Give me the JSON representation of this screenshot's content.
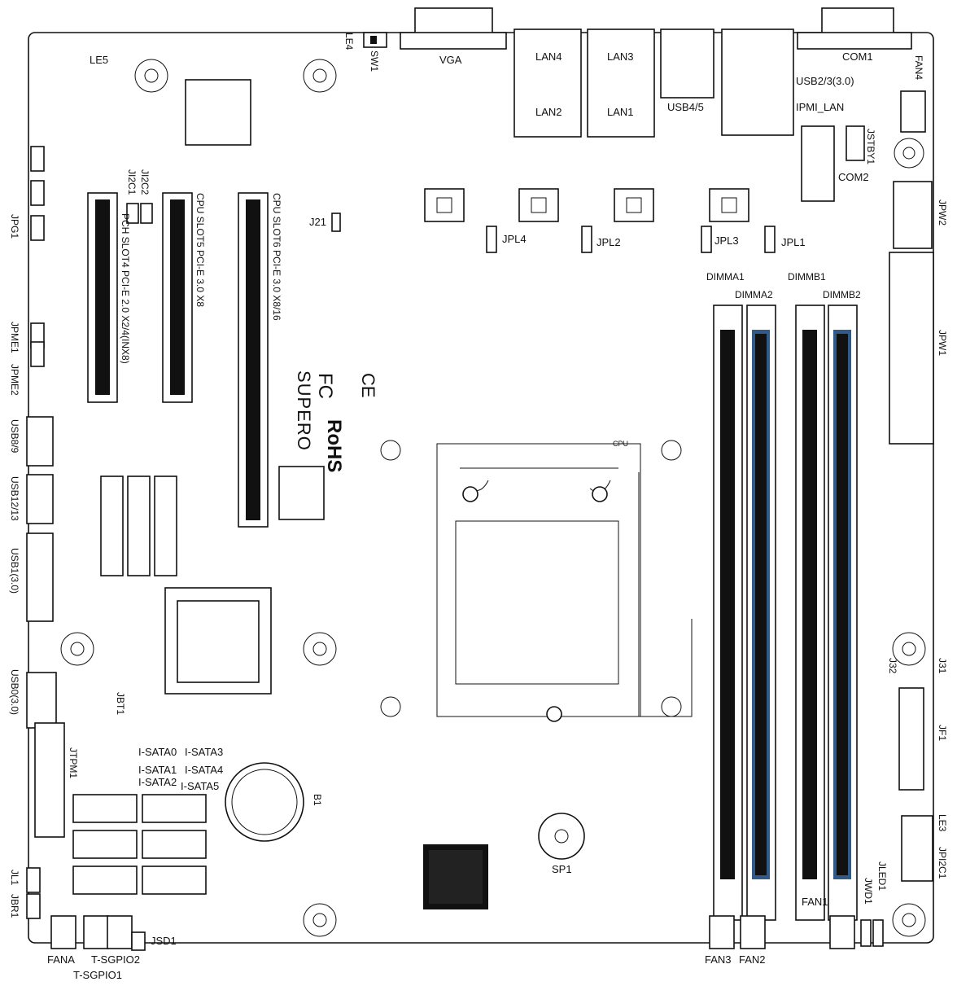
{
  "board_labels": {
    "le5": "LE5",
    "le4": "LE4",
    "sw1": "SW1",
    "vga": "VGA",
    "lan4": "LAN4",
    "lan3": "LAN3",
    "lan2": "LAN2",
    "lan1": "LAN1",
    "usb45": "USB4/5",
    "com1": "COM1",
    "usb23": "USB2/3(3.0)",
    "ipmi_lan": "IPMI_LAN",
    "fan4": "FAN4",
    "jstby1": "JSTBY1",
    "com2": "COM2",
    "jpw2": "JPW2",
    "jpw1": "JPW1",
    "jpg1": "JPG1",
    "ji2c2": "JI2C2",
    "ji2c1": "JI2C1",
    "pch_slot4": "PCH SLOT4 PCI-E 2.0 X2/4(INX8)",
    "cpu_slot5": "CPU SLOT5 PCI-E 3.0 X8",
    "cpu_slot6": "CPU SLOT6 PCI-E 3.0 X8/16",
    "j21": "J21",
    "jpl4": "JPL4",
    "jpl2": "JPL2",
    "jpl3": "JPL3",
    "jpl1": "JPL1",
    "dimma1": "DIMMA1",
    "dimma2": "DIMMA2",
    "dimmb1": "DIMMB1",
    "dimmb2": "DIMMB2",
    "jpme1": "JPME1",
    "jpme2": "JPME2",
    "usb89": "USB8/9",
    "usb1213": "USB12/13",
    "usb1": "USB1(3.0)",
    "usb0": "USB0(3.0)",
    "jbt1": "JBT1",
    "jtpm1": "JTPM1",
    "isata0": "I-SATA0",
    "isata1": "I-SATA1",
    "isata2": "I-SATA2",
    "isata3": "I-SATA3",
    "isata4": "I-SATA4",
    "isata5": "I-SATA5",
    "b1": "B1",
    "sp1": "SP1",
    "jl1": "JL1",
    "jbr1": "JBR1",
    "fana": "FANA",
    "tsgpio2": "T-SGPIO2",
    "tsgpio1": "T-SGPIO1",
    "jsd1": "JSD1",
    "fan3": "FAN3",
    "fan2": "FAN2",
    "fan1": "FAN1",
    "jwd1": "JWD1",
    "jled1": "JLED1",
    "j32": "J32",
    "j31": "J31",
    "jf1": "JF1",
    "le3": "LE3",
    "jpi2c1": "JPI2C1",
    "cpu": "CPU",
    "supermicro": "SUPERO",
    "rohs": "RoHS",
    "fc": "FC",
    "ce": "CE"
  },
  "colors": {
    "board_line": "#111111",
    "dimm_accent": "#2f5a8a",
    "silk": "#999999"
  }
}
